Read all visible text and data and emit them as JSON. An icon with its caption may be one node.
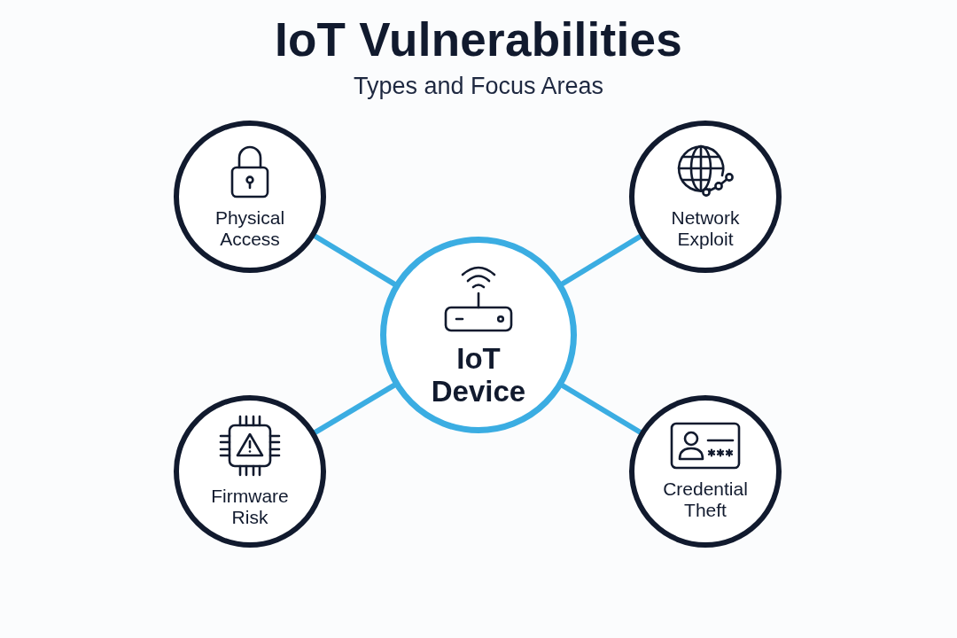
{
  "diagram": {
    "title": "IoT Vulnerabilities",
    "nodes": [
      {
        "text": [
          "Physical Access"
        ]
      },
      {
        "text": [
          "Network Exploit"
        ]
      },
      {
        "text": [
          "IoT Device"
        ]
      },
      {
        "text": [
          "Firmware Risk"
        ]
      },
      {
        "text": [
          "Credential Theft"
        ]
      }
    ],
    "edges": [
      {
        "from": 2,
        "to": 0,
        "arrow": "none"
      },
      {
        "from": 2,
        "to": 1,
        "arrow": "none"
      },
      {
        "from": 2,
        "to": 3,
        "arrow": "none"
      },
      {
        "from": 2,
        "to": 4,
        "arrow": "none"
      }
    ],
    "labels": [
      "Types and Focus Areas"
    ]
  }
}
